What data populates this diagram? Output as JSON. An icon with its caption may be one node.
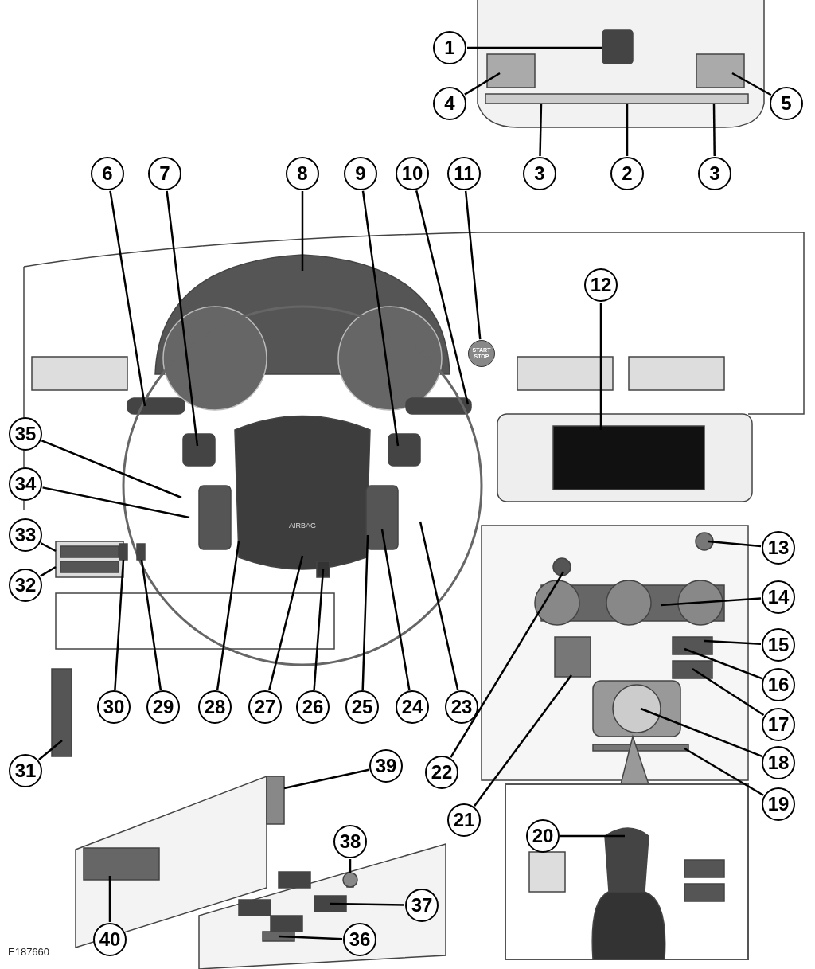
{
  "diagram": {
    "nodes": [
      {
        "text": [
          "1"
        ]
      },
      {
        "text": [
          "2"
        ]
      },
      {
        "text": [
          "3"
        ]
      },
      {
        "text": [
          "3"
        ]
      },
      {
        "text": [
          "4"
        ]
      },
      {
        "text": [
          "5"
        ]
      },
      {
        "text": [
          "6"
        ]
      },
      {
        "text": [
          "7"
        ]
      },
      {
        "text": [
          "8"
        ]
      },
      {
        "text": [
          "9"
        ]
      },
      {
        "text": [
          "10"
        ]
      },
      {
        "text": [
          "11"
        ]
      },
      {
        "text": [
          "12"
        ]
      },
      {
        "text": [
          "13"
        ]
      },
      {
        "text": [
          "14"
        ]
      },
      {
        "text": [
          "15"
        ]
      },
      {
        "text": [
          "16"
        ]
      },
      {
        "text": [
          "17"
        ]
      },
      {
        "text": [
          "18"
        ]
      },
      {
        "text": [
          "19"
        ]
      },
      {
        "text": [
          "20"
        ]
      },
      {
        "text": [
          "21"
        ]
      },
      {
        "text": [
          "22"
        ]
      },
      {
        "text": [
          "23"
        ]
      },
      {
        "text": [
          "24"
        ]
      },
      {
        "text": [
          "25"
        ]
      },
      {
        "text": [
          "26"
        ]
      },
      {
        "text": [
          "27"
        ]
      },
      {
        "text": [
          "28"
        ]
      },
      {
        "text": [
          "29"
        ]
      },
      {
        "text": [
          "30"
        ]
      },
      {
        "text": [
          "31"
        ]
      },
      {
        "text": [
          "32"
        ]
      },
      {
        "text": [
          "33"
        ]
      },
      {
        "text": [
          "34"
        ]
      },
      {
        "text": [
          "35"
        ]
      },
      {
        "text": [
          "36"
        ]
      },
      {
        "text": [
          "37"
        ]
      },
      {
        "text": [
          "38"
        ]
      },
      {
        "text": [
          "39"
        ]
      },
      {
        "text": [
          "40"
        ]
      },
      {
        "text": [
          "START STOP"
        ]
      }
    ],
    "edges": [
      {
        "from": 0,
        "to": null,
        "arrow": "none"
      },
      {
        "from": 1,
        "to": null,
        "arrow": "none"
      },
      {
        "from": 2,
        "to": null,
        "arrow": "none"
      },
      {
        "from": 3,
        "to": null,
        "arrow": "none"
      },
      {
        "from": 4,
        "to": null,
        "arrow": "none"
      },
      {
        "from": 5,
        "to": null,
        "arrow": "none"
      },
      {
        "from": 6,
        "to": null,
        "arrow": "none"
      },
      {
        "from": 7,
        "to": null,
        "arrow": "none"
      },
      {
        "from": 8,
        "to": null,
        "arrow": "none"
      },
      {
        "from": 9,
        "to": null,
        "arrow": "none"
      },
      {
        "from": 10,
        "to": null,
        "arrow": "none"
      },
      {
        "from": 11,
        "to": 41,
        "arrow": "none"
      },
      {
        "from": 12,
        "to": null,
        "arrow": "none"
      },
      {
        "from": 13,
        "to": null,
        "arrow": "none"
      },
      {
        "from": 14,
        "to": null,
        "arrow": "none"
      },
      {
        "from": 15,
        "to": null,
        "arrow": "none"
      },
      {
        "from": 16,
        "to": null,
        "arrow": "none"
      },
      {
        "from": 17,
        "to": null,
        "arrow": "none"
      },
      {
        "from": 18,
        "to": null,
        "arrow": "none"
      },
      {
        "from": 19,
        "to": null,
        "arrow": "none"
      },
      {
        "from": 20,
        "to": null,
        "arrow": "none"
      },
      {
        "from": 21,
        "to": null,
        "arrow": "none"
      },
      {
        "from": 22,
        "to": null,
        "arrow": "none"
      },
      {
        "from": 23,
        "to": null,
        "arrow": "none"
      },
      {
        "from": 24,
        "to": null,
        "arrow": "none"
      },
      {
        "from": 25,
        "to": null,
        "arrow": "none"
      },
      {
        "from": 26,
        "to": null,
        "arrow": "none"
      },
      {
        "from": 27,
        "to": null,
        "arrow": "none"
      },
      {
        "from": 28,
        "to": null,
        "arrow": "none"
      },
      {
        "from": 29,
        "to": null,
        "arrow": "none"
      },
      {
        "from": 30,
        "to": null,
        "arrow": "none"
      },
      {
        "from": 31,
        "to": null,
        "arrow": "none"
      },
      {
        "from": 32,
        "to": null,
        "arrow": "none"
      },
      {
        "from": 33,
        "to": null,
        "arrow": "none"
      },
      {
        "from": 34,
        "to": null,
        "arrow": "none"
      },
      {
        "from": 35,
        "to": null,
        "arrow": "none"
      },
      {
        "from": 36,
        "to": null,
        "arrow": "none"
      },
      {
        "from": 37,
        "to": null,
        "arrow": "none"
      },
      {
        "from": 38,
        "to": null,
        "arrow": "none"
      },
      {
        "from": 39,
        "to": null,
        "arrow": "none"
      },
      {
        "from": 40,
        "to": null,
        "arrow": "none"
      }
    ],
    "labels": [
      "AIRBAG",
      "E187660"
    ]
  }
}
